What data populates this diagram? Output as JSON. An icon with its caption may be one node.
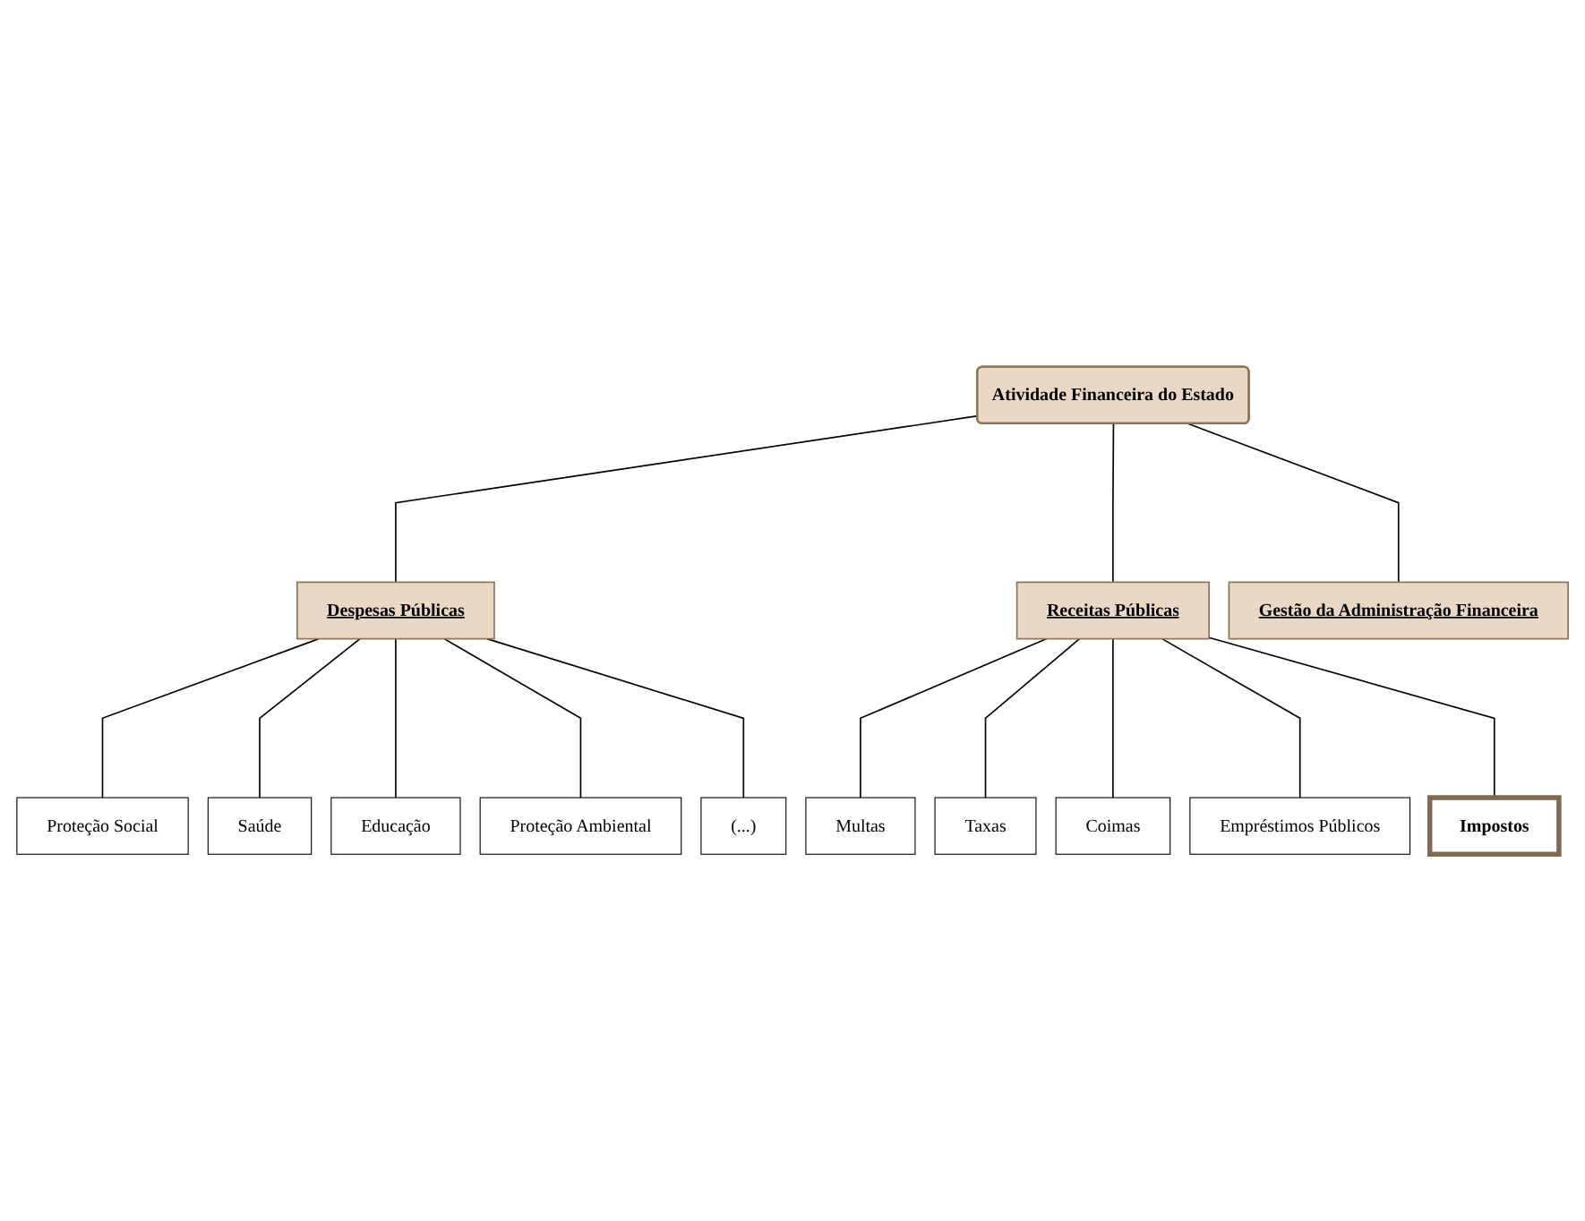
{
  "diagram": {
    "nodes": [
      {
        "text": [
          "Atividade Financeira do Estado"
        ]
      },
      {
        "text": [
          "Despesas Públicas"
        ]
      },
      {
        "text": [
          "Receitas Públicas"
        ]
      },
      {
        "text": [
          "Gestão da Administração Financeira"
        ]
      },
      {
        "text": [
          "Proteção Social"
        ]
      },
      {
        "text": [
          "Saúde"
        ]
      },
      {
        "text": [
          "Educação"
        ]
      },
      {
        "text": [
          "Proteção Ambiental"
        ]
      },
      {
        "text": [
          "(...)"
        ]
      },
      {
        "text": [
          "Multas"
        ]
      },
      {
        "text": [
          "Taxas"
        ]
      },
      {
        "text": [
          "Coimas"
        ]
      },
      {
        "text": [
          "Empréstimos Públicos"
        ]
      },
      {
        "text": [
          "Impostos"
        ]
      }
    ],
    "edges": [
      {
        "from": 0,
        "to": 1,
        "arrow": "none"
      },
      {
        "from": 0,
        "to": 2,
        "arrow": "none"
      },
      {
        "from": 0,
        "to": 3,
        "arrow": "none"
      },
      {
        "from": 1,
        "to": 4,
        "arrow": "none"
      },
      {
        "from": 1,
        "to": 5,
        "arrow": "none"
      },
      {
        "from": 1,
        "to": 6,
        "arrow": "none"
      },
      {
        "from": 1,
        "to": 7,
        "arrow": "none"
      },
      {
        "from": 1,
        "to": 8,
        "arrow": "none"
      },
      {
        "from": 2,
        "to": 9,
        "arrow": "none"
      },
      {
        "from": 2,
        "to": 10,
        "arrow": "none"
      },
      {
        "from": 2,
        "to": 11,
        "arrow": "none"
      },
      {
        "from": 2,
        "to": 12,
        "arrow": "none"
      },
      {
        "from": 2,
        "to": 13,
        "arrow": "none"
      }
    ]
  }
}
